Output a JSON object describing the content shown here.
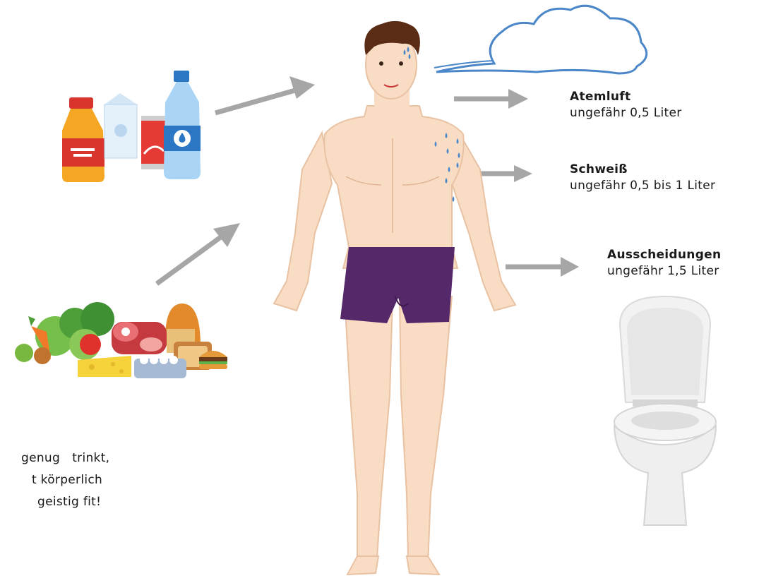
{
  "labels": {
    "breath": {
      "title": "Atemluft",
      "amount": "ungefähr 0,5 Liter"
    },
    "sweat": {
      "title": "Schweiß",
      "amount": "ungefähr 0,5 bis 1 Liter"
    },
    "excretion": {
      "title": "Ausscheidungen",
      "amount": "ungefähr 1,5 Liter"
    }
  },
  "slogan": {
    "line1": "genug   trinkt,",
    "line2": "t körperlich",
    "line3": "geistig fit!"
  },
  "colors": {
    "skin": "#f8dcc4",
    "shorts": "#55286a",
    "arrow": "#a6a6a6",
    "sweat_drop": "#4a86c8",
    "hair": "#5a2c16"
  },
  "icons": [
    "drinks-illustration",
    "food-illustration",
    "toilet-illustration",
    "breath-cloud-icon"
  ]
}
